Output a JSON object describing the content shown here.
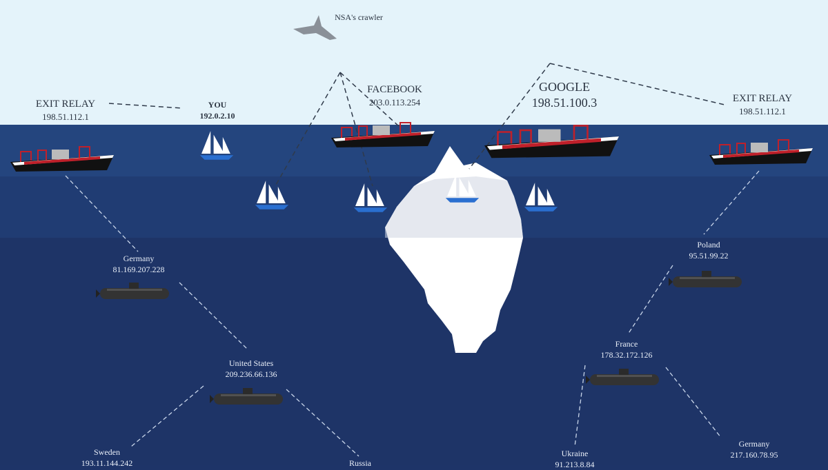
{
  "crawler": {
    "label": "NSA's crawler"
  },
  "surface": {
    "exit_relay_left": {
      "name": "EXIT RELAY",
      "ip": "198.51.112.1"
    },
    "you": {
      "name": "YOU",
      "ip": "192.0.2.10"
    },
    "facebook": {
      "name": "FACEBOOK",
      "ip": "203.0.113.254"
    },
    "google": {
      "name": "GOOGLE",
      "ip": "198.51.100.3"
    },
    "exit_relay_right": {
      "name": "EXIT RELAY",
      "ip": "198.51.112.1"
    }
  },
  "deep": {
    "germany1": {
      "name": "Germany",
      "ip": "81.169.207.228"
    },
    "united_states": {
      "name": "United States",
      "ip": "209.236.66.136"
    },
    "sweden": {
      "name": "Sweden",
      "ip": "193.11.144.242"
    },
    "russia": {
      "name": "Russia"
    },
    "poland": {
      "name": "Poland",
      "ip": "95.51.99.22"
    },
    "france": {
      "name": "France",
      "ip": "178.32.172.126"
    },
    "ukraine": {
      "name": "Ukraine",
      "ip": "91.213.8.84"
    },
    "germany2": {
      "name": "Germany",
      "ip": "217.160.78.95"
    }
  },
  "colors": {
    "sky": "#e4f3fa",
    "surface": "#23437c",
    "mid": "#1f3b71",
    "deep": "#1e3467",
    "ship_red": "#c0202a"
  }
}
